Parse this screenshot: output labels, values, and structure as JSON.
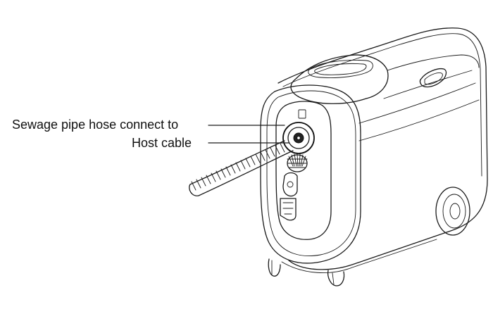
{
  "figure": {
    "subject": "cleaning machine with sewage hose and host cable connection",
    "labels": [
      {
        "id": "sewage",
        "text": "Sewage pipe hose connect to"
      },
      {
        "id": "host",
        "text": "Host cable"
      }
    ]
  },
  "colors": {
    "ink": "#1a1a1a",
    "background": "#ffffff"
  }
}
